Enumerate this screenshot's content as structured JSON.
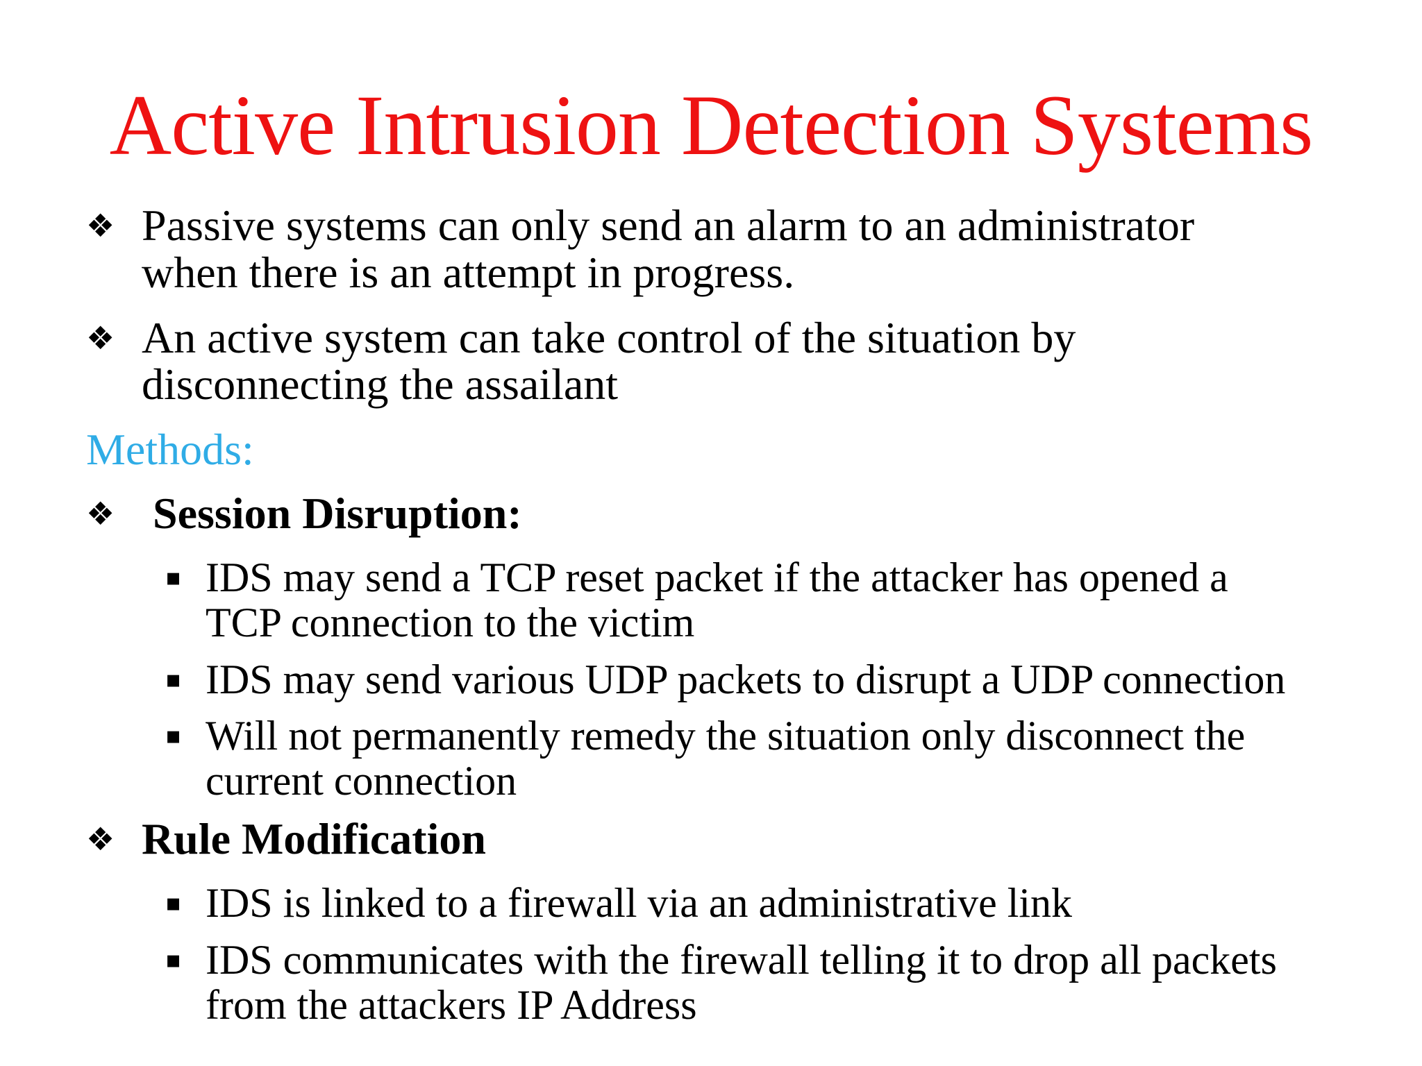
{
  "slide": {
    "title": "Active Intrusion Detection Systems",
    "bullet_char": "❖",
    "sub_bullet_char": "▪",
    "colors": {
      "title": "#ee1212",
      "methods": "#2face6",
      "body": "#000000",
      "background": "#ffffff"
    },
    "content": {
      "passive": {
        "lines": {
          "0": "Passive systems can only send an alarm to an administrator",
          "1": "when there is an attempt in progress."
        }
      },
      "active": {
        "lines": {
          "0": "An active system can take control of the situation by",
          "1": "disconnecting the assailant"
        }
      },
      "methods_label": "Methods:",
      "session_heading": "Session Disruption:",
      "session_sub1": {
        "lines": {
          "0": "IDS may send a TCP reset packet if the attacker has opened a",
          "1": "TCP connection to the victim"
        }
      },
      "session_sub2": {
        "lines": {
          "0": "IDS may send various UDP packets to disrupt a UDP connection"
        }
      },
      "session_sub3": {
        "lines": {
          "0": "Will not permanently remedy the situation only disconnect the",
          "1": "current connection"
        }
      },
      "rule_heading": "Rule Modification",
      "rule_sub1": {
        "lines": {
          "0": "IDS is linked to a firewall via an administrative link"
        }
      },
      "rule_sub2": {
        "lines": {
          "0": "IDS communicates with the firewall telling it to drop all packets",
          "1": "from the attackers IP Address"
        }
      }
    }
  }
}
